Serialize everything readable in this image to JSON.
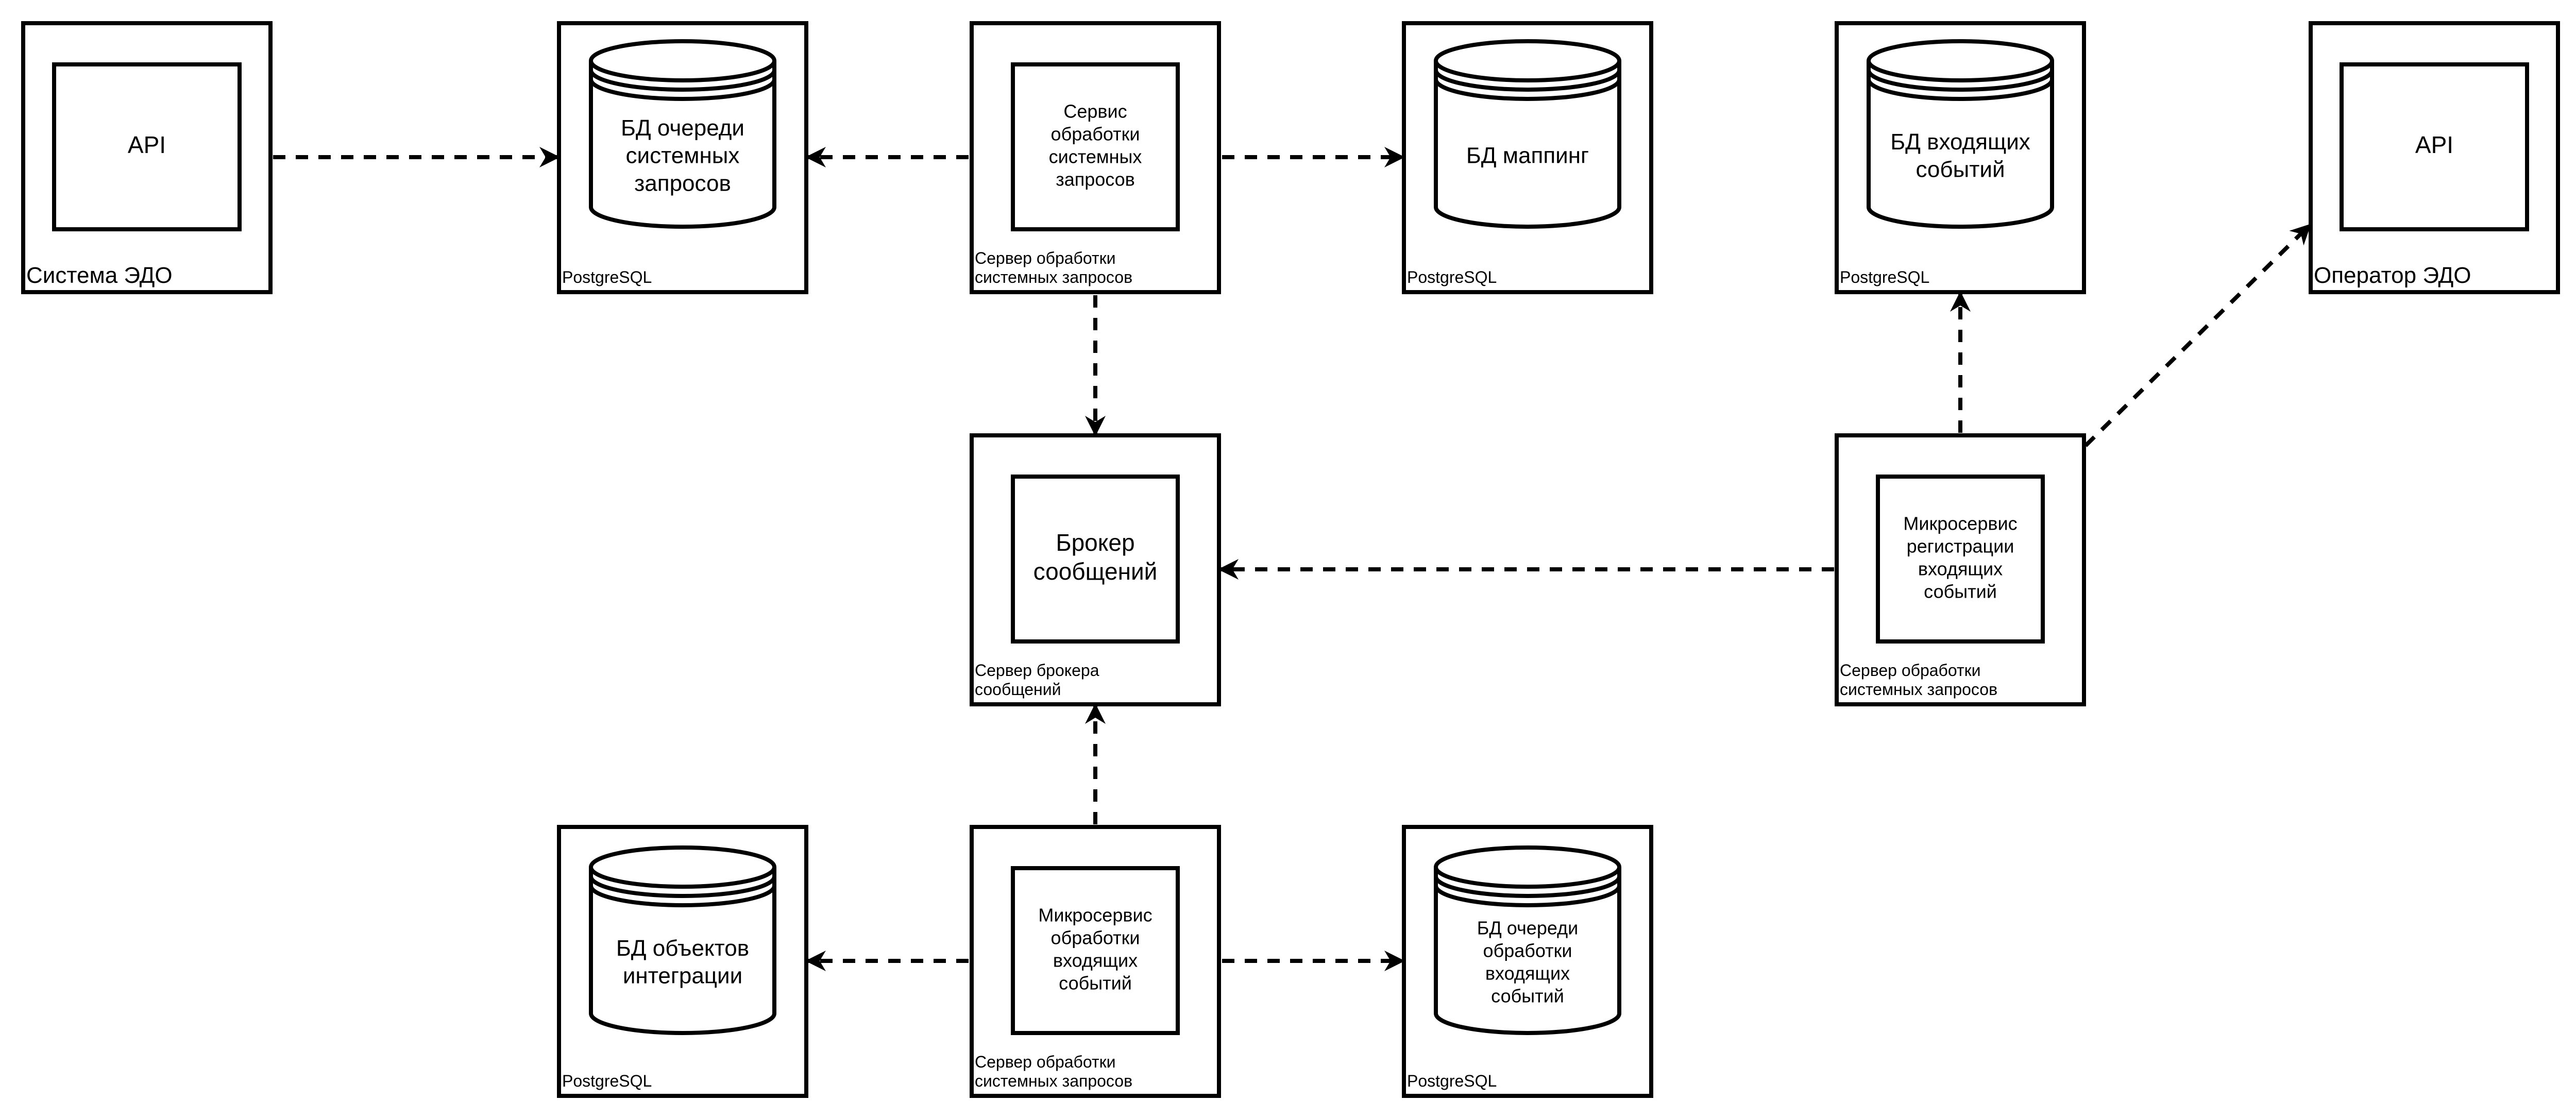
{
  "nodes": {
    "sed_system": {
      "label": "Система ЭДО",
      "inner": [
        "API"
      ]
    },
    "db_queue": {
      "label": "PostgreSQL",
      "inner": [
        "БД очереди",
        "системных",
        "запросов"
      ]
    },
    "processing_service": {
      "label": [
        "Сервер обработки",
        "системных запросов"
      ],
      "inner": [
        "Сервис",
        "обработки",
        "системных",
        "запросов"
      ]
    },
    "db_mapping": {
      "label": "PostgreSQL",
      "inner": [
        "БД маппинг"
      ]
    },
    "db_incoming_events": {
      "label": "PostgreSQL",
      "inner": [
        "БД входящих",
        "событий"
      ]
    },
    "sed_operator": {
      "label": "Оператор ЭДО",
      "inner": [
        "API"
      ]
    },
    "message_broker": {
      "label": [
        "Сервер брокера",
        "сообщений"
      ],
      "inner": [
        "Брокер",
        "сообщений"
      ]
    },
    "registration_service": {
      "label": [
        "Сервер обработки",
        "системных запросов"
      ],
      "inner": [
        "Микросервис",
        "регистрации",
        "входящих",
        "событий"
      ]
    },
    "db_integration_objects": {
      "label": "PostgreSQL",
      "inner": [
        "БД объектов",
        "интеграции"
      ]
    },
    "incoming_processing_service": {
      "label": [
        "Сервер обработки",
        "системных запросов"
      ],
      "inner": [
        "Микросервис",
        "обработки",
        "входящих",
        "событий"
      ]
    },
    "db_incoming_queue": {
      "label": "PostgreSQL",
      "inner": [
        "БД очереди",
        "обработки",
        "входящих",
        "событий"
      ]
    }
  },
  "edges": [
    {
      "from": "sed_system",
      "to": "db_queue",
      "style": "dashed"
    },
    {
      "from": "processing_service",
      "to": "db_queue",
      "style": "dashed"
    },
    {
      "from": "processing_service",
      "to": "db_mapping",
      "style": "dashed"
    },
    {
      "from": "processing_service",
      "to": "message_broker",
      "style": "dashed"
    },
    {
      "from": "registration_service",
      "to": "message_broker",
      "style": "dashed"
    },
    {
      "from": "registration_service",
      "to": "db_incoming_events",
      "style": "dashed"
    },
    {
      "from": "registration_service",
      "to": "sed_operator",
      "style": "dashed"
    },
    {
      "from": "incoming_processing_service",
      "to": "message_broker",
      "style": "dashed"
    },
    {
      "from": "incoming_processing_service",
      "to": "db_integration_objects",
      "style": "dashed"
    },
    {
      "from": "incoming_processing_service",
      "to": "db_incoming_queue",
      "style": "dashed"
    }
  ]
}
